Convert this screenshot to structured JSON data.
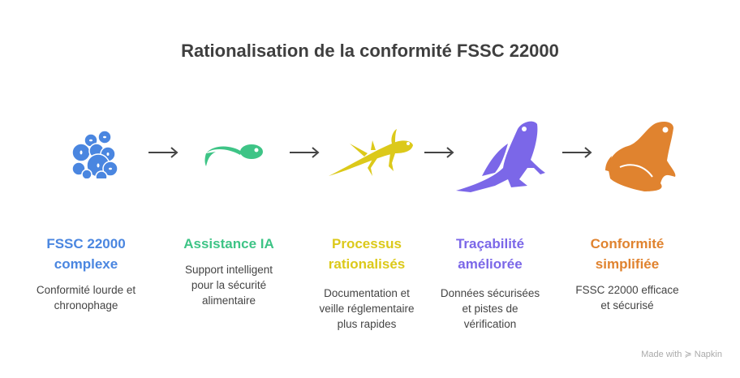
{
  "title": "Rationalisation de la conformité FSSC 22000",
  "colors": {
    "blue": "#4a86e0",
    "green": "#3ec486",
    "yellow": "#dcc91a",
    "purple": "#7b67e8",
    "orange": "#e0832f"
  },
  "steps": [
    {
      "title_lines": [
        "FSSC 22000",
        "complexe"
      ],
      "desc_lines": [
        "Conformité lourde et",
        "chronophage"
      ],
      "icon": "cells-icon"
    },
    {
      "title_lines": [
        "Assistance IA"
      ],
      "desc_lines": [
        "Support intelligent",
        "pour la sécurité",
        "alimentaire"
      ],
      "icon": "tadpole-icon"
    },
    {
      "title_lines": [
        "Processus",
        "rationalisés"
      ],
      "desc_lines": [
        "Documentation et",
        "veille réglementaire",
        "plus rapides"
      ],
      "icon": "froglet-icon"
    },
    {
      "title_lines": [
        "Traçabilité",
        "améliorée"
      ],
      "desc_lines": [
        "Données sécurisées",
        "et pistes de",
        "vérification"
      ],
      "icon": "young-frog-icon"
    },
    {
      "title_lines": [
        "Conformité",
        "simplifiée"
      ],
      "desc_lines": [
        "FSSC 22000 efficace",
        "et sécurisé"
      ],
      "icon": "frog-icon"
    }
  ],
  "footer": {
    "made_with": "Made with",
    "brand": "Napkin"
  }
}
